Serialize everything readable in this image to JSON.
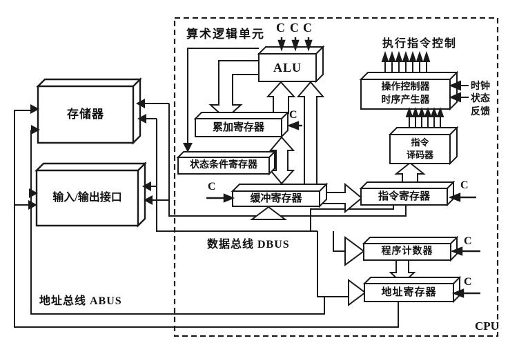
{
  "diagram": {
    "section_labels": {
      "alu_unit": "算术逻辑单元",
      "exec_control": "执行指令控制",
      "data_bus": "数据总线 DBUS",
      "address_bus": "地址总线 ABUS",
      "cpu": "CPU"
    },
    "boxes": {
      "memory": "存储器",
      "io_interface": "输入/输出接口",
      "alu": "ALU",
      "accumulator": "累加寄存器",
      "status_register": "状态条件寄存器",
      "buffer_register": "缓冲寄存器",
      "instruction_register": "指令寄存器",
      "decoder_line1": "指令",
      "decoder_line2": "译码器",
      "controller_line1": "操作控制器",
      "controller_line2": "时序产生器",
      "program_counter": "程序计数器",
      "address_register": "地址寄存器"
    },
    "signals": {
      "c": "C",
      "clock": "时钟",
      "status": "状态",
      "feedback": "反馈"
    }
  }
}
